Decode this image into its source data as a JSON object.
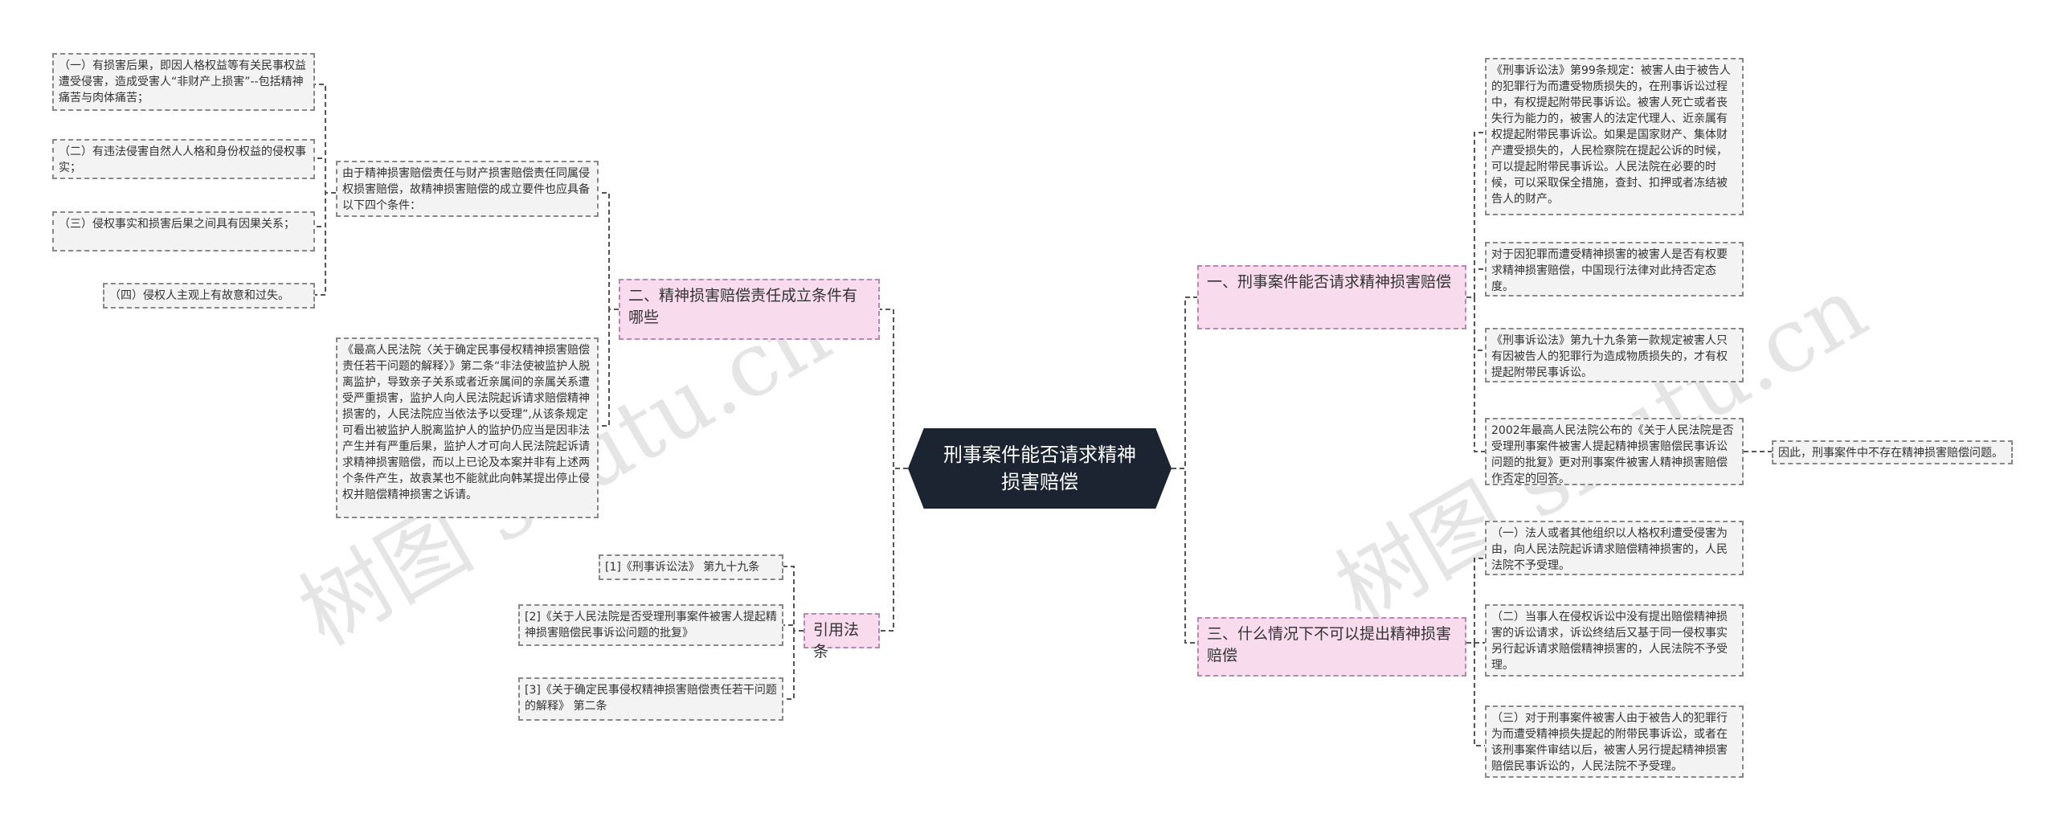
{
  "root": {
    "title": "刑事案件能否请求精神损害赔偿"
  },
  "branches": {
    "b1": {
      "title": "一、刑事案件能否请求精神损害赔偿"
    },
    "b2": {
      "title": "二、精神损害赔偿责任成立条件有哪些"
    },
    "b3": {
      "title": "三、什么情况下不可以提出精神损害赔偿"
    },
    "b4": {
      "title": "引用法条"
    }
  },
  "b1_items": [
    "《刑事诉讼法》第99条规定：被害人由于被告人的犯罪行为而遭受物质损失的，在刑事诉讼过程中，有权提起附带民事诉讼。被害人死亡或者丧失行为能力的，被害人的法定代理人、近亲属有权提起附带民事诉讼。如果是国家财产、集体财产遭受损失的，人民检察院在提起公诉的时候，可以提起附带民事诉讼。人民法院在必要的时候，可以采取保全措施，查封、扣押或者冻结被告人的财产。",
    "对于因犯罪而遭受精神损害的被害人是否有权要求精神损害赔偿，中国现行法律对此持否定态度。",
    "《刑事诉讼法》第九十九条第一款规定被害人只有因被告人的犯罪行为造成物质损失的，才有权提起附带民事诉讼。",
    "2002年最高人民法院公布的《关于人民法院是否受理刑事案件被害人提起精神损害赔偿民事诉讼问题的批复》更对刑事案件被害人精神损害赔偿作否定的回答。"
  ],
  "b1_leaf": "因此，刑事案件中不存在精神损害赔偿问题。",
  "b2_mid": "由于精神损害赔偿责任与财产损害赔偿责任同属侵权损害赔偿，故精神损害赔偿的成立要件也应具备以下四个条件：",
  "b2_conditions": [
    "（一）有损害后果，即因人格权益等有关民事权益遭受侵害，造成受害人“非财产上损害”--包括精神痛苦与肉体痛苦；",
    "（二）有违法侵害自然人人格和身份权益的侵权事实；",
    "（三）侵权事实和损害后果之间具有因果关系；",
    "（四）侵权人主观上有故意和过失。"
  ],
  "b2_case": "《最高人民法院〈关于确定民事侵权精神损害赔偿责任若干问题的解释〉》第二条“非法使被监护人脱离监护，导致亲子关系或者近亲属间的亲属关系遭受严重损害，监护人向人民法院起诉请求赔偿精神损害的，人民法院应当依法予以受理”,从该条规定可看出被监护人脱离监护人的监护仍应当是因非法产生并有严重后果，监护人才可向人民法院起诉请求精神损害赔偿，而以上已论及本案并非有上述两个条件产生，故袁某也不能就此向韩某提出停止侵权并赔偿精神损害之诉请。",
  "b3_items": [
    "（一）法人或者其他组织以人格权利遭受侵害为由，向人民法院起诉请求赔偿精神损害的，人民法院不予受理。",
    "（二）当事人在侵权诉讼中没有提出赔偿精神损害的诉讼请求，诉讼终结后又基于同一侵权事实另行起诉请求赔偿精神损害的，人民法院不予受理。",
    "（三）对于刑事案件被害人由于被告人的犯罪行为而遭受精神损失提起的附带民事诉讼，或者在该刑事案件审结以后，被害人另行提起精神损害赔偿民事诉讼的，人民法院不予受理。"
  ],
  "b4_items": [
    "[1]《刑事诉讼法》 第九十九条",
    "[2]《关于人民法院是否受理刑事案件被害人提起精神损害赔偿民事诉讼问题的批复》",
    "[3]《关于确定民事侵权精神损害赔偿责任若干问题的解释》 第二条"
  ],
  "watermarks": [
    "树图 shutu.cn",
    "树图 shutu.cn"
  ],
  "colors": {
    "root_bg": "#1b2430",
    "branch_bg": "#f8dcee",
    "branch_border": "#b58ab2",
    "leaf_bg": "#f3f3f3",
    "line": "#555555"
  }
}
